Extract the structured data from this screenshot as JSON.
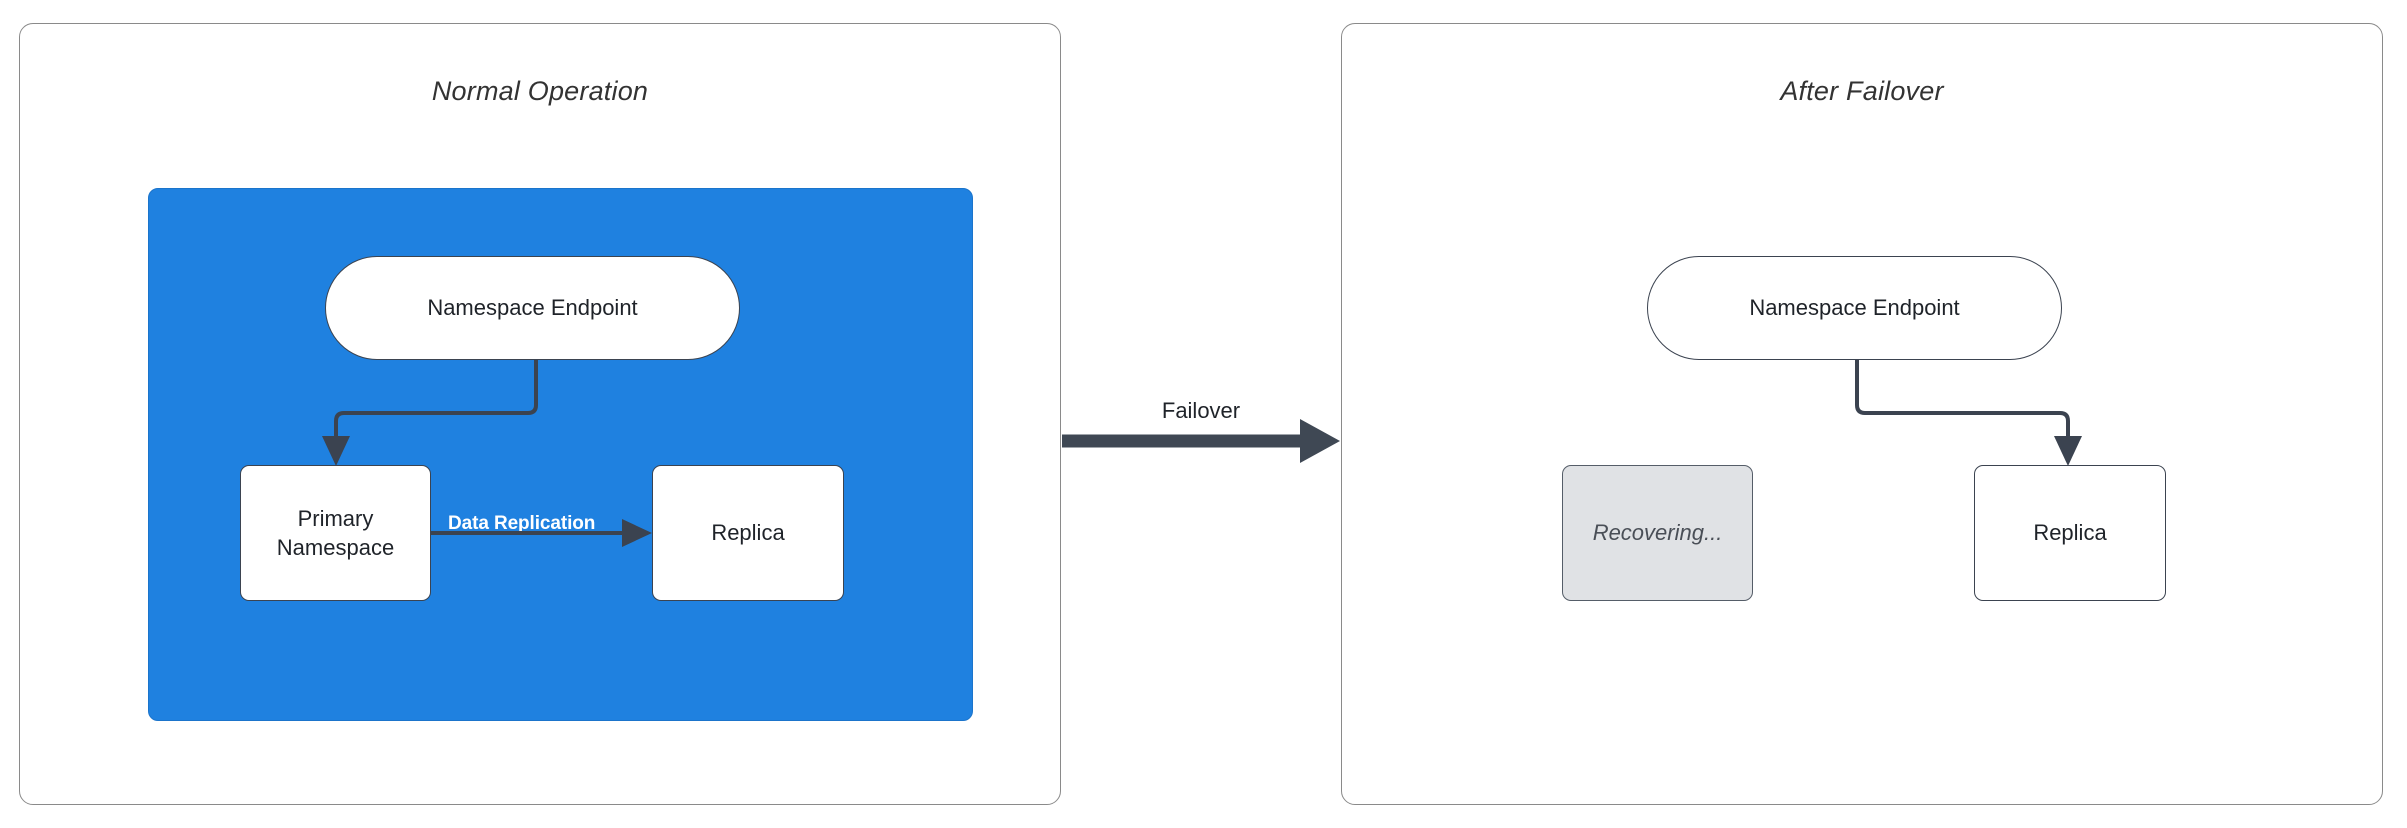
{
  "diagram": {
    "title_left": "Normal Operation",
    "title_right": "After Failover",
    "middle_arrow_label": "Failover",
    "colors": {
      "cluster_blue": "#1f81e0",
      "node_white": "#ffffff",
      "node_disabled_gray": "#e0e2e5",
      "edge_dark": "#3b4350",
      "panel_border": "#8a8a8a",
      "text_dark": "#1f2329",
      "edge_label_white": "#ffffff"
    }
  },
  "panels": [
    {
      "id": "normal-operation",
      "title": "Normal Operation",
      "nodes": [
        {
          "id": "endpoint",
          "label": "Namespace Endpoint",
          "shape": "pill",
          "state": "active"
        },
        {
          "id": "primary",
          "label": "Primary Namespace",
          "shape": "rect",
          "state": "active"
        },
        {
          "id": "replica",
          "label": "Replica",
          "shape": "rect",
          "state": "active"
        }
      ],
      "edges": [
        {
          "from": "endpoint",
          "to": "primary",
          "label": ""
        },
        {
          "from": "primary",
          "to": "replica",
          "label": "Data Replication"
        }
      ]
    },
    {
      "id": "after-failover",
      "title": "After Failover",
      "nodes": [
        {
          "id": "endpoint",
          "label": "Namespace Endpoint",
          "shape": "pill",
          "state": "active"
        },
        {
          "id": "recovering",
          "label": "Recovering...",
          "shape": "rect",
          "state": "disabled"
        },
        {
          "id": "replica",
          "label": "Replica",
          "shape": "rect",
          "state": "active"
        }
      ],
      "edges": [
        {
          "from": "endpoint",
          "to": "replica",
          "label": ""
        }
      ]
    }
  ],
  "nodes": {
    "endpoint_left": "Namespace Endpoint",
    "primary": "Primary\nNamespace",
    "primary_line1": "Primary",
    "primary_line2": "Namespace",
    "replica_left": "Replica",
    "endpoint_right": "Namespace Endpoint",
    "recovering": "Recovering...",
    "replica_right": "Replica"
  },
  "labels": {
    "data_replication": "Data Replication",
    "failover": "Failover"
  }
}
